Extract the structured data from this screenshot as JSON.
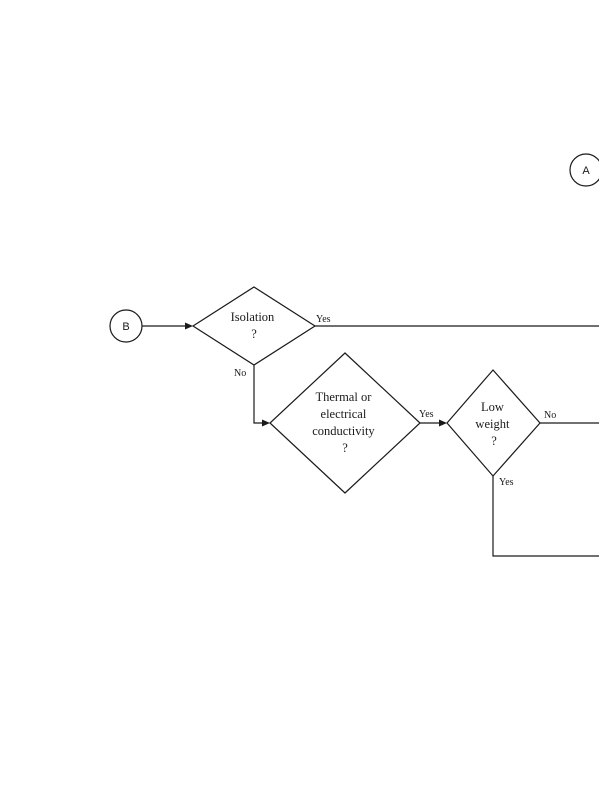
{
  "connectors": {
    "a": {
      "label": "A"
    },
    "b": {
      "label": "B"
    }
  },
  "decisions": {
    "isolation": {
      "lines": [
        "Isolation",
        "?"
      ],
      "yes_label": "Yes",
      "no_label": "No"
    },
    "conductivity": {
      "lines": [
        "Thermal or",
        "electrical",
        "conductivity",
        "?"
      ],
      "yes_label": "Yes"
    },
    "low_weight": {
      "lines": [
        "Low",
        "weight",
        "?"
      ],
      "no_label": "No",
      "yes_label": "Yes"
    }
  },
  "colors": {
    "stroke": "#1a1a1a",
    "background": "#ffffff"
  }
}
